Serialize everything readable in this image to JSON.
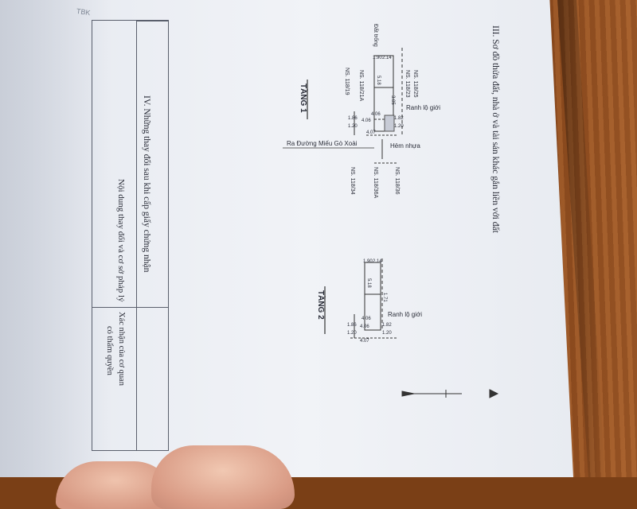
{
  "document": {
    "corner_mark": "TBK",
    "section3_title": "III. Sơ đồ thửa đất, nhà ở và tài sản khác gắn liền với đất",
    "section4_title": "IV. Những thay đổi sau khi cấp giấy chứng nhận",
    "table": {
      "col_left_header": "Nội dung thay đổi và cơ sở pháp lý",
      "col_right_header_1": "Xác nhận của cơ quan",
      "col_right_header_2": "có thẩm quyền"
    }
  },
  "diagram": {
    "floor1_label": "TẦNG 1",
    "floor2_label": "TẦNG 2",
    "road_label": "Ra Đường Miếu Gò Xoài",
    "alley_label": "Hẻm nhựa",
    "boundary_label_1": "Ranh lộ giới",
    "boundary_label_2": "Ranh lộ giới",
    "side_label": "Đất trống",
    "neighbors": [
      "NS. 118/25",
      "NS. 118/23",
      "NS. 118/21A",
      "NS. 118/19",
      "NS. 118/36",
      "NS. 118/36A",
      "NS. 118/34"
    ],
    "dimensions_floor1": [
      "1.90",
      "2.14",
      "4.06",
      "4.06",
      "1.86",
      "1.82",
      "1.20",
      "1.20",
      "4.07",
      "3.05",
      "5.18"
    ],
    "dimensions_floor2": [
      "1.90",
      "2.14",
      "4.06",
      "4.06",
      "1.86",
      "1.82",
      "1.20",
      "1.20",
      "4.07",
      "5.18",
      "1.71"
    ]
  }
}
